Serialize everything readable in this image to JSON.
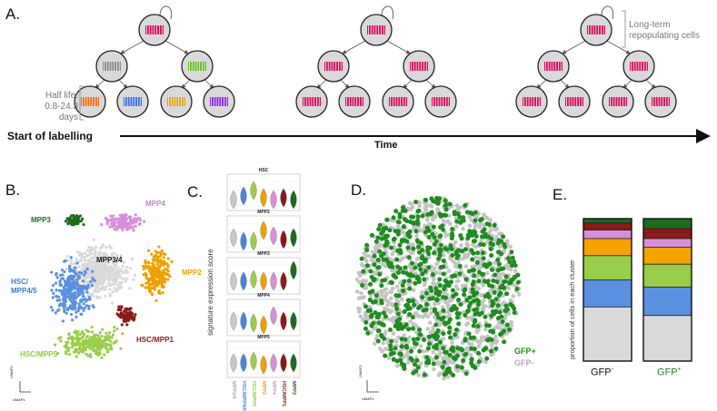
{
  "panelA": {
    "letter": "A.",
    "half_life_line1": "Half life:",
    "half_life_line2": "0.8-24.3 days",
    "long_term_line1": "Long-term",
    "long_term_line2": "repopulating cells",
    "start_label": "Start of labelling",
    "time_label": "Time"
  },
  "panelB": {
    "letter": "B.",
    "clusters": [
      {
        "label": "MPP3",
        "color": "#1e6b1e"
      },
      {
        "label": "MPP4",
        "color": "#c97fd0"
      },
      {
        "label": "MPP3/4",
        "color": "#111111"
      },
      {
        "label": "MPP2",
        "color": "#f0a000"
      },
      {
        "label": "HSC/",
        "color": "#3a7ad0"
      },
      {
        "label": "MPP4/5",
        "color": "#3a7ad0"
      },
      {
        "label": "HSC/MPP1",
        "color": "#8b1a1a"
      },
      {
        "label": "HSC/MPP5",
        "color": "#8fc63f"
      }
    ],
    "axis_y": "UMAP2",
    "axis_x": "UMAP1"
  },
  "panelC": {
    "letter": "C.",
    "ylabel": "signature expression score",
    "titles": [
      "HSC",
      "MPP2",
      "MPP3",
      "MPP4",
      "MPP5"
    ],
    "xticks": [
      "MPP3/4",
      "HSC/MPP4/5",
      "HSC/MPP5",
      "MPP2",
      "MPP4",
      "HSC/MPP1",
      "MPP3"
    ],
    "colors": [
      "#c8c8c8",
      "#4a86d8",
      "#9acd4a",
      "#f0a000",
      "#d68fd8",
      "#8b1a1a",
      "#1e6b1e"
    ]
  },
  "panelD": {
    "letter": "D.",
    "gfp_plus": "GFP+",
    "gfp_minus": "GFP-",
    "axis_y": "UMAP2",
    "axis_x": "UMAP1",
    "colors": {
      "plus": "#1e8c1e",
      "minus": "#c4c4c4"
    }
  },
  "panelE": {
    "letter": "E.",
    "ylabel": "proportion of cells in each cluster",
    "bars": [
      {
        "name": "GFP",
        "sup": "-",
        "segments": [
          {
            "cluster": "MPP3",
            "color": "#1e6b1e",
            "value": 3
          },
          {
            "cluster": "HSC/MPP1",
            "color": "#8b1a1a",
            "value": 5
          },
          {
            "cluster": "MPP4",
            "color": "#d68fd8",
            "value": 6
          },
          {
            "cluster": "MPP2",
            "color": "#f5a300",
            "value": 12
          },
          {
            "cluster": "HSC/MPP5",
            "color": "#9acd4a",
            "value": 17
          },
          {
            "cluster": "HSC/MPP4/5",
            "color": "#5a90e0",
            "value": 19
          },
          {
            "cluster": "MPP3/4",
            "color": "#d9d9d9",
            "value": 38
          }
        ]
      },
      {
        "name": "GFP",
        "sup": "+",
        "segments": [
          {
            "cluster": "MPP3",
            "color": "#1e6b1e",
            "value": 7
          },
          {
            "cluster": "HSC/MPP1",
            "color": "#8b1a1a",
            "value": 7
          },
          {
            "cluster": "MPP4",
            "color": "#d68fd8",
            "value": 6
          },
          {
            "cluster": "MPP2",
            "color": "#f5a300",
            "value": 12
          },
          {
            "cluster": "HSC/MPP5",
            "color": "#9acd4a",
            "value": 16
          },
          {
            "cluster": "HSC/MPP4/5",
            "color": "#5a90e0",
            "value": 20
          },
          {
            "cluster": "MPP3/4",
            "color": "#d9d9d9",
            "value": 32
          }
        ]
      }
    ]
  }
}
